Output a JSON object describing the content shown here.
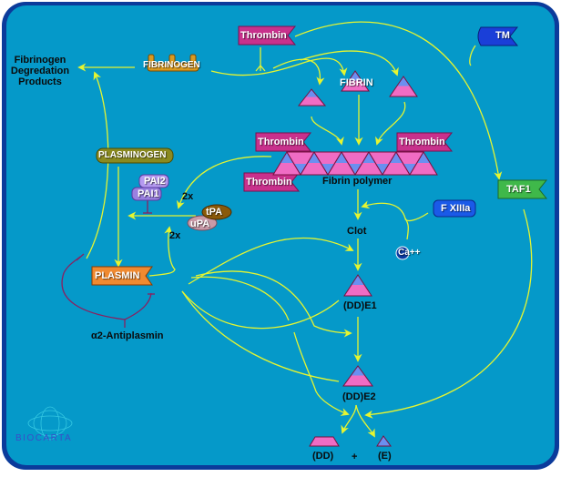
{
  "diagram": {
    "brand": "BioCarta",
    "colors": {
      "background": "#0599c9",
      "border": "#0b3b9b",
      "arrow": "#e6f530",
      "inhibit": "#8a2060",
      "thrombin": "#c8318c",
      "triangle_top": "#6b8ff0",
      "triangle_bottom": "#f06cc4",
      "fibrinogen": "#d99a20",
      "plasminogen": "#8a8a20",
      "plasmin": "#f08a30",
      "pai": "#a88be8",
      "tpa": "#8a5a0a",
      "upa": "#c99aa8",
      "tm": "#1a3fd8",
      "fxiiia": "#1a5ae8",
      "taf1": "#3fb84a"
    },
    "nodes": {
      "fibrinogen_degradation_products": [
        "Fibrinogen",
        "Degredation",
        "Products"
      ],
      "fibrinogen": "FIBRINOGEN",
      "thrombin": "Thrombin",
      "thrombin_left_top": "Thrombin",
      "thrombin_right_top": "Thrombin",
      "thrombin_left_bottom": "Thrombin",
      "tm": "TM",
      "fibrin": "FIBRIN",
      "fibrin_polymer": "Fibrin polymer",
      "plasminogen": "PLASMINOGEN",
      "pai2": "PAI2",
      "pai1": "PAI1",
      "tpa": "tPA",
      "upa": "uPA",
      "two_x_top": "2x",
      "two_x_bottom": "2x",
      "fxiiia": "F XIIIa",
      "taf1": "TAF1",
      "clot": "Clot",
      "calcium": "Ca++",
      "plasmin": "PLASMIN",
      "alpha2_antiplasmin": "α2-Antiplasmin",
      "dde1": "(DD)E1",
      "dde2": "(DD)E2",
      "dd": "(DD)",
      "plus": "+",
      "e": "(E)"
    }
  }
}
